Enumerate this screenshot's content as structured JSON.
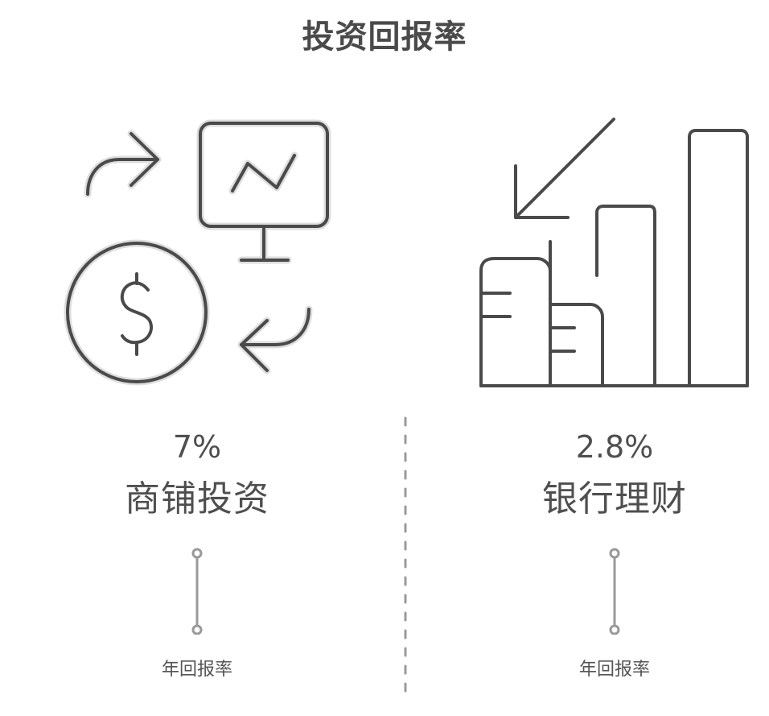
{
  "title": "投资回报率",
  "colors": {
    "text": "#4a4a4a",
    "icon_stroke": "#4a4a4a",
    "icon_halo": "#dcdcdc",
    "connector": "#999999",
    "divider": "#9a9a9a",
    "background": "#ffffff"
  },
  "left": {
    "icon": "investment-cycle-icon",
    "icon_parts": [
      "curved-arrow-right-icon",
      "monitor-chart-icon",
      "dollar-coin-icon",
      "curved-arrow-left-icon"
    ],
    "percentage": "7%",
    "name": "商铺投资",
    "sublabel": "年回报率"
  },
  "right": {
    "icon": "bar-chart-decline-icon",
    "icon_parts": [
      "arrow-down-left-icon",
      "bar-chart-icon"
    ],
    "percentage": "2.8%",
    "name": "银行理财",
    "sublabel": "年回报率"
  }
}
